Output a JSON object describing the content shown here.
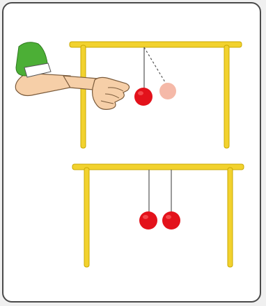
{
  "illustration": {
    "colors": {
      "frame": "#f2d22e",
      "frame_outline": "#c9a800",
      "ball_red": "#e3121b",
      "ball_faded": "#f5b9a8",
      "string": "#555555",
      "sleeve": "#4caf36",
      "cuff": "#ffffff",
      "skin": "#f6cfa8",
      "skin_outline": "#7a5a3a",
      "card_border": "#4a4a4a",
      "card_background": "#ffffff"
    },
    "scenes": [
      {
        "name": "ball-hit-by-hand",
        "pendulums": 1,
        "shows_displaced_ghost": true,
        "shows_hand": true
      },
      {
        "name": "two-balls-at-rest",
        "pendulums": 2,
        "shows_displaced_ghost": false,
        "shows_hand": false
      }
    ]
  }
}
